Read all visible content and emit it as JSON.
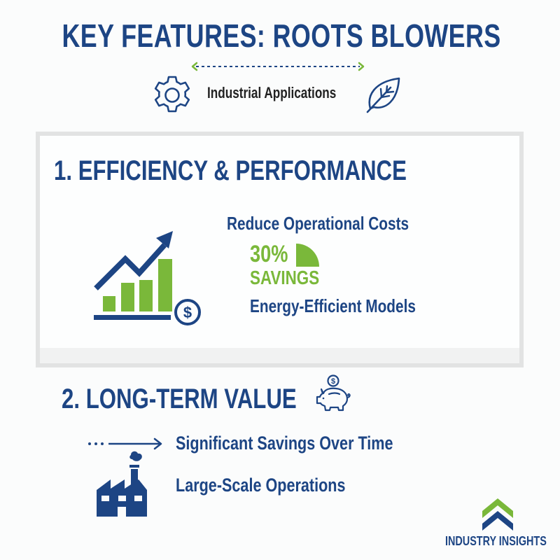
{
  "header": {
    "title": "KEY FEATURES: ROOTS BLOWERS",
    "subtitle": "Industrial Applications",
    "left_icon": "gear-icon",
    "right_icon": "leaf-icon",
    "connector": "dotted-double-arrow"
  },
  "section1": {
    "title": "1. EFFICIENCY & PERFORMANCE",
    "icon": "growth-chart-dollar-icon",
    "headline": "Reduce Operational Costs",
    "stat_value": "30%",
    "stat_label": "SAVINGS",
    "stat_icon": "quarter-pie-icon",
    "detail": "Energy-Efficient Models"
  },
  "section2": {
    "title": "2. LONG-TERM VALUE",
    "title_icon": "piggy-bank-icon",
    "items": [
      {
        "icon": "arrow-right-icon",
        "label": "Significant Savings Over Time"
      },
      {
        "icon": "factory-icon",
        "label": "Large-Scale Operations"
      }
    ]
  },
  "footer": {
    "logo_icon": "chevron-up-logo-icon",
    "brand": "INDUSTRY INSIGHTS"
  },
  "colors": {
    "primary_blue": "#1d4584",
    "accent_green": "#7ab83a",
    "panel_border": "#e2e3e3",
    "background": "#fbfcfc"
  }
}
